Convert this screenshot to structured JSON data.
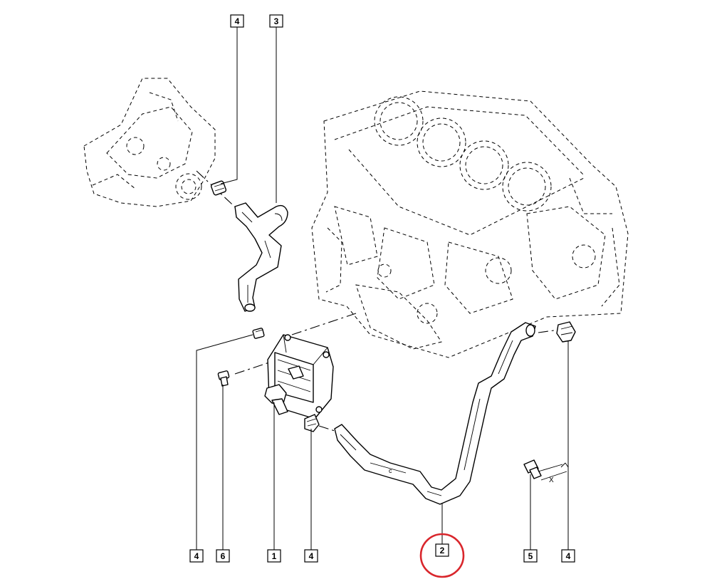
{
  "callouts": [
    {
      "id": "c4-top",
      "label": "4"
    },
    {
      "id": "c3-top",
      "label": "3"
    },
    {
      "id": "c4-left",
      "label": "4"
    },
    {
      "id": "c6",
      "label": "6"
    },
    {
      "id": "c1",
      "label": "1"
    },
    {
      "id": "c4-mid",
      "label": "4"
    },
    {
      "id": "c2",
      "label": "2",
      "highlighted": true
    },
    {
      "id": "c5",
      "label": "5"
    },
    {
      "id": "c4-right",
      "label": "4"
    }
  ],
  "annotations": {
    "x_mark": "X",
    "hose_mark": "c"
  },
  "colors": {
    "ink": "#000000",
    "highlight": "#d9262c",
    "paper": "#ffffff"
  }
}
